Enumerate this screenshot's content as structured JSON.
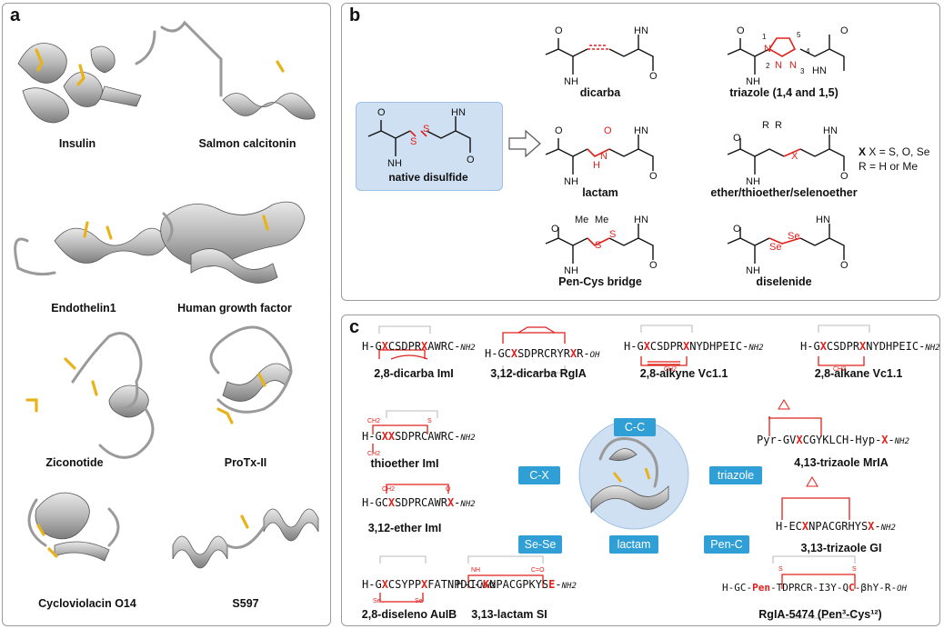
{
  "panel_a": {
    "label": "a",
    "structures": [
      {
        "name": "Insulin"
      },
      {
        "name": "Salmon calcitonin"
      },
      {
        "name": "Endothelin1"
      },
      {
        "name": "Human growth factor"
      },
      {
        "name": "Ziconotide"
      },
      {
        "name": "ProTx-II"
      },
      {
        "name": "Cycloviolacin O14"
      },
      {
        "name": "S597"
      }
    ]
  },
  "panel_b": {
    "label": "b",
    "native": "native disulfide",
    "mimetics": [
      {
        "name": "dicarba"
      },
      {
        "name": "triazole (1,4 and 1,5)"
      },
      {
        "name": "lactam"
      },
      {
        "name": "ether/thioether/selenoether"
      },
      {
        "name": "Pen-Cys bridge"
      },
      {
        "name": "diselenide"
      }
    ],
    "x_note": "X = S, O, Se",
    "r_note": "R = H or Me",
    "triazole_numbers": [
      "1",
      "2",
      "3",
      "4",
      "5"
    ],
    "atoms": {
      "O": "O",
      "NH": "NH",
      "HN": "HN",
      "H": "H",
      "N": "N",
      "S": "S",
      "Se": "Se",
      "X": "X",
      "R": "R",
      "Me": "Me"
    }
  },
  "panel_c": {
    "label": "c",
    "categories": [
      "C-C",
      "C-X",
      "triazole",
      "Se-Se",
      "lactam",
      "Pen-C"
    ],
    "peptides": [
      {
        "name": "2,8-dicarba ImI",
        "pre": "H-G",
        "x1": "X",
        "mid": "CSDPR",
        "x2": "X",
        "post": "AWRC-",
        "term": "NH2"
      },
      {
        "name": "3,12-dicarba RgIA",
        "pre": "H-GC",
        "x1": "X",
        "mid": "SDPRCRYR",
        "x2": "X",
        "post": "R-",
        "term": "OH"
      },
      {
        "name": "2,8-alkyne Vc1.1",
        "pre": "H-G",
        "x1": "X",
        "mid": "CSDPR",
        "x2": "X",
        "post": "NYDHPEIC-",
        "term": "NH2"
      },
      {
        "name": "2,8-alkane Vc1.1",
        "pre": "H-G",
        "x1": "X",
        "mid": "CSDPR",
        "x2": "X",
        "post": "NYDHPEIC-",
        "term": "NH2"
      },
      {
        "name": "thioether ImI",
        "pre": "H-G",
        "x1": "XX",
        "mid": "",
        "x2": "",
        "post": "SDPRCAWRC-",
        "term": "NH2"
      },
      {
        "name": "4,13-trizaole MrIA",
        "pre": "Pyr-GV",
        "x1": "X",
        "mid": "CGYKLCH-Hyp-",
        "x2": "X",
        "post": "-",
        "term": "NH2"
      },
      {
        "name": "3,12-ether ImI",
        "pre": "H-GC",
        "x1": "X",
        "mid": "SDPRCAWR",
        "x2": "X",
        "post": "-",
        "term": "NH2"
      },
      {
        "name": "3,13-trizaole GI",
        "pre": "H-EC",
        "x1": "X",
        "mid": "NPACGRHYS",
        "x2": "X",
        "post": "-",
        "term": "NH2"
      },
      {
        "name": "2,8-diseleno AuIB",
        "pre": "H-G",
        "x1": "X",
        "mid": "CSYPP",
        "x2": "X",
        "post": "FATNPDC-",
        "term": "NH2"
      },
      {
        "name": "3,13-lactam SI",
        "pre": "H-IC",
        "x1": "K",
        "mid": "NPACGPKYS",
        "x2": "E",
        "post": "-",
        "term": "NH2"
      },
      {
        "name": "RgIA-5474 (Pen³-Cys¹²)",
        "pre": "H-GC-",
        "x1": "Pen",
        "mid": "-TDPRCR-I3Y-Q",
        "x2": "C",
        "post": "-βhY-R-",
        "term": "OH"
      }
    ],
    "bridge_labels": {
      "ch2": "CH2",
      "s": "S",
      "o": "O",
      "se": "Se",
      "nh": "NH",
      "co": "C=O"
    }
  },
  "colors": {
    "accent_red": "#e0201b",
    "tag_blue": "#2f9fd6",
    "native_box": "#cfe0f3",
    "ribbon": "#bdbdbd",
    "disulfide": "#e8b21a"
  }
}
